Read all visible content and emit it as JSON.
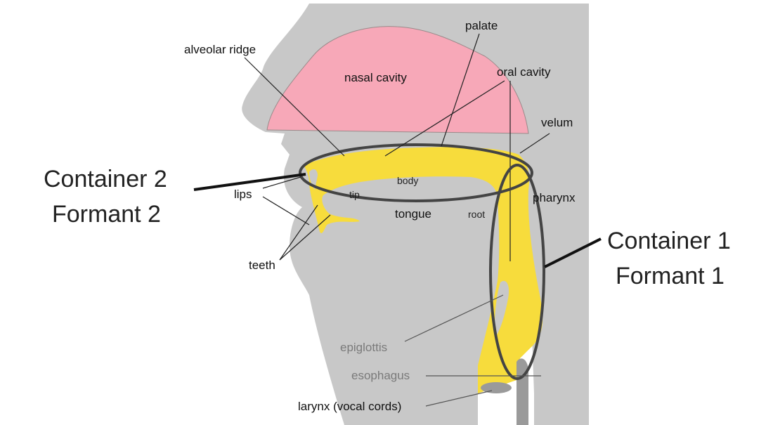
{
  "labels": {
    "alveolar_ridge": "alveolar ridge",
    "palate": "palate",
    "nasal_cavity": "nasal cavity",
    "oral_cavity": "oral cavity",
    "velum": "velum",
    "body": "body",
    "lips": "lips",
    "tip": "tip",
    "tongue": "tongue",
    "root": "root",
    "pharynx": "pharynx",
    "teeth": "teeth",
    "epiglottis": "epiglottis",
    "esophagus": "esophagus",
    "larynx": "larynx (vocal cords)"
  },
  "containers": {
    "c2_line1": "Container 2",
    "c2_line2": "Formant 2",
    "c1_line1": "Container 1",
    "c1_line2": "Formant 1"
  },
  "colors": {
    "tissue": "#c8c8c8",
    "nasal": "#f7a8b8",
    "tract": "#f7dc3c",
    "ellipse": "#444444"
  }
}
